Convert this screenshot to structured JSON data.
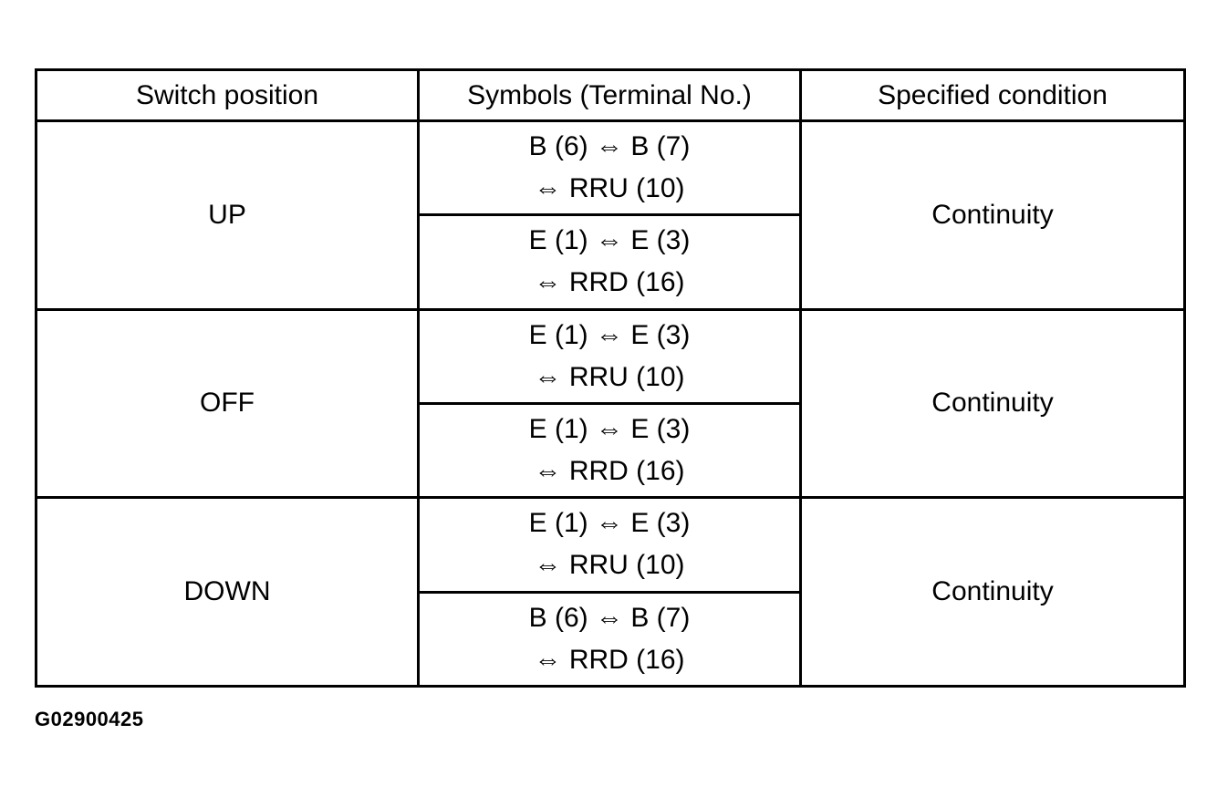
{
  "table": {
    "headers": [
      "Switch position",
      "Symbols (Terminal No.)",
      "Specified condition"
    ],
    "rows": [
      {
        "position": "UP",
        "symbols": [
          [
            "B (6) ⇔ B (7)",
            "⇔ RRU (10)"
          ],
          [
            "E (1) ⇔ E (3)",
            "⇔ RRD (16)"
          ]
        ],
        "condition": "Continuity"
      },
      {
        "position": "OFF",
        "symbols": [
          [
            "E (1) ⇔ E (3)",
            "⇔ RRU (10)"
          ],
          [
            "E (1) ⇔ E (3)",
            "⇔ RRD (16)"
          ]
        ],
        "condition": "Continuity"
      },
      {
        "position": "DOWN",
        "symbols": [
          [
            "E (1) ⇔ E (3)",
            "⇔ RRU (10)"
          ],
          [
            "B (6) ⇔ B (7)",
            "⇔ RRD (16)"
          ]
        ],
        "condition": "Continuity"
      }
    ]
  },
  "figure_code": "G02900425"
}
